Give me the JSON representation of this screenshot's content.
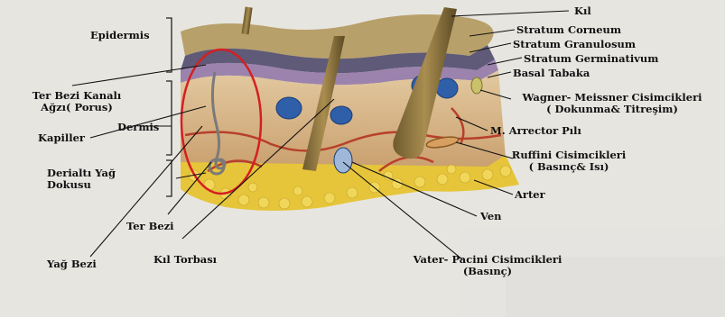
{
  "labels": {
    "epidermis": "Epidermis",
    "ter_bezi_kanali_1": "Ter Bezi Kanalı",
    "ter_bezi_kanali_2": "Ağzı( Porus)",
    "dermis": "Dermis",
    "kapiller": "Kapiller",
    "derialti_1": "Derialtı Yağ",
    "derialti_2": "Dokusu",
    "ter_bezi": "Ter Bezi",
    "yag_bezi": "Yağ Bezi",
    "kil_torbasi": "Kıl Torbası",
    "kil": "Kıl",
    "stratum_corneum": "Stratum Corneum",
    "stratum_granulosum": "Stratum Granulosum",
    "stratum_germinativum": "Stratum Germinativum",
    "basal_tabaka": "Basal Tabaka",
    "wagner_1": "Wagner- Meissner Cisimcikleri",
    "wagner_2": "( Dokunma& Titreşim)",
    "arrector": "M. Arrector Pılı",
    "ruffini_1": "Ruffini Cisimcikleri",
    "ruffini_2": "( Basınç& Isı)",
    "arter": "Arter",
    "ven": "Ven",
    "vater_1": "Vater- Pacini Cisimcikleri",
    "vater_2": "(Basınç)"
  },
  "colors": {
    "background": "#e8e6e2",
    "epidermis_top": "#8a7a4a",
    "dermis": "#d9b98e",
    "fat": "#e3c23a",
    "vein_blue": "#2f5fa8",
    "artery_red": "#b8402a",
    "highlight_circle": "#d42020"
  }
}
